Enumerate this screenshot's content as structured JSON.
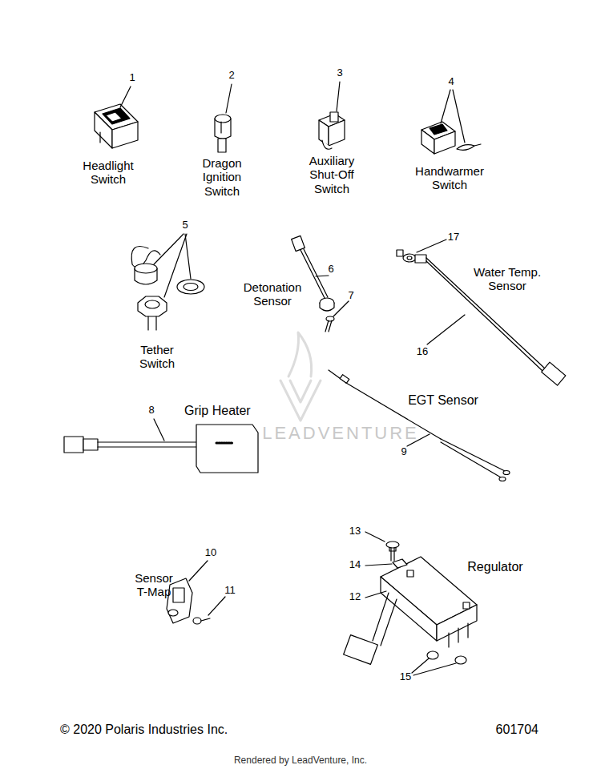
{
  "diagram": {
    "labels": [
      "1",
      "Headlight Switch",
      "2",
      "Dragon Ignition Switch",
      "3",
      "Auxiliary Shut-Off Switch",
      "4",
      "Handwarmer Switch",
      "5",
      "Tether Switch",
      "6",
      "Detonation Sensor",
      "7",
      "17",
      "Water Temp. Sensor",
      "16",
      "8",
      "Grip Heater",
      "EGT Sensor",
      "9",
      "10",
      "Sensor T-Map",
      "11",
      "13",
      "14",
      "Regulator",
      "12",
      "15",
      "© 2020 Polaris Industries Inc.",
      "601704",
      "Rendered by LeadVenture, Inc.",
      "LEADVENTURE"
    ]
  }
}
